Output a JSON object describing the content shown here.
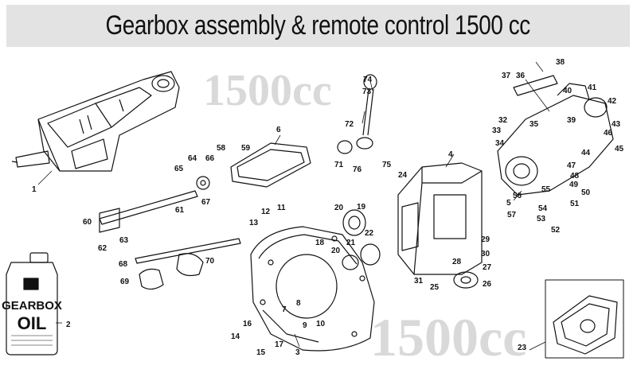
{
  "title": "Gearbox assembly & remote control 1500 cc",
  "watermark_top": "1500cc",
  "watermark_bottom": "1500cc",
  "bottle": {
    "line1": "GEARBOX",
    "line2": "OIL"
  },
  "callouts": [
    "1",
    "2",
    "3",
    "4",
    "5",
    "6",
    "7",
    "8",
    "9",
    "10",
    "11",
    "12",
    "13",
    "14",
    "15",
    "16",
    "17",
    "18",
    "19",
    "20",
    "20",
    "21",
    "22",
    "23",
    "24",
    "25",
    "26",
    "27",
    "28",
    "29",
    "30",
    "31",
    "32",
    "33",
    "34",
    "35",
    "36",
    "37",
    "38",
    "39",
    "40",
    "41",
    "42",
    "43",
    "44",
    "45",
    "46",
    "47",
    "48",
    "49",
    "50",
    "51",
    "52",
    "53",
    "54",
    "55",
    "56",
    "57",
    "58",
    "59",
    "60",
    "61",
    "62",
    "63",
    "64",
    "65",
    "66",
    "67",
    "68",
    "69",
    "70",
    "71",
    "72",
    "73",
    "74",
    "75",
    "76"
  ]
}
